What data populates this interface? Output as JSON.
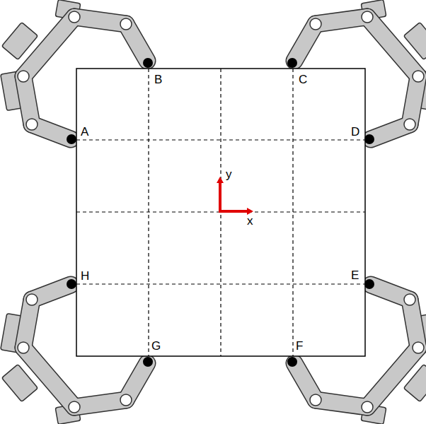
{
  "diagram": {
    "labels": [
      "A",
      "B",
      "C",
      "D",
      "E",
      "F",
      "G",
      "H",
      "y",
      "x"
    ]
  }
}
